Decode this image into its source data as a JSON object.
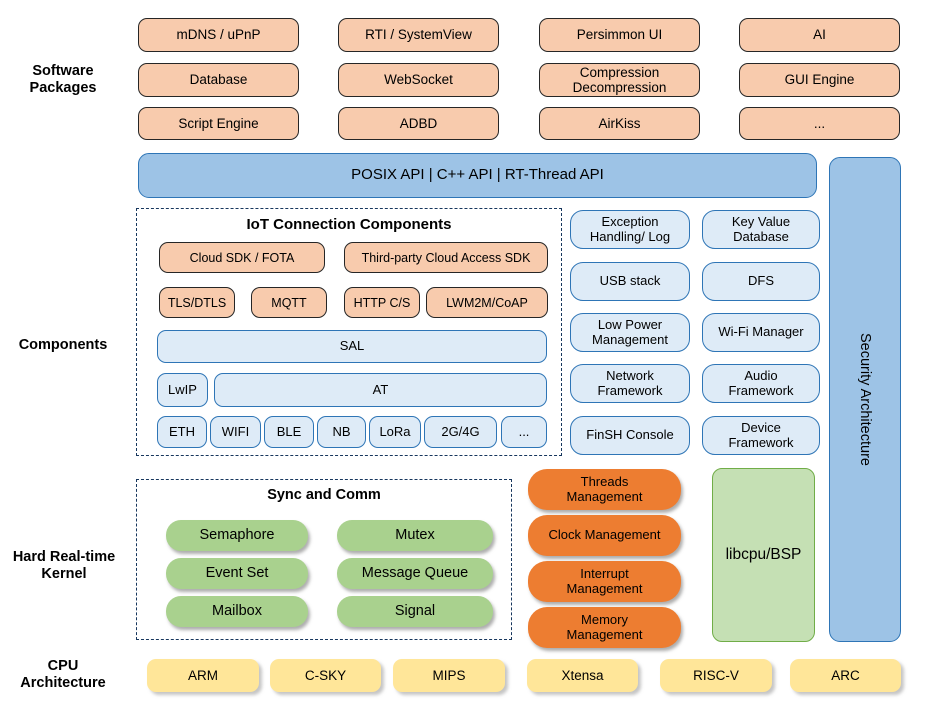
{
  "section_labels": {
    "software_packages": "Software\nPackages",
    "components": "Components",
    "kernel": "Hard Real-time\nKernel",
    "cpu": "CPU\nArchitecture"
  },
  "software_packages": {
    "items": [
      "mDNS / uPnP",
      "RTI / SystemView",
      "Persimmon UI",
      "AI",
      "Database",
      "WebSocket",
      "Compression\nDecompression",
      "GUI Engine",
      "Script Engine",
      "ADBD",
      "AirKiss",
      "..."
    ]
  },
  "api_bar": {
    "label": "POSIX API  |  C++ API  |  RT-Thread API"
  },
  "security": {
    "label": "Security Architecture"
  },
  "iot": {
    "title": "IoT Connection Components",
    "cloud_row": [
      "Cloud SDK / FOTA",
      "Third-party Cloud Access SDK"
    ],
    "protocol_row": [
      "TLS/DTLS",
      "MQTT",
      "HTTP C/S",
      "LWM2M/CoAP"
    ],
    "sal": "SAL",
    "lwip": "LwIP",
    "at": "AT",
    "link_row": [
      "ETH",
      "WIFI",
      "BLE",
      "NB",
      "LoRa",
      "2G/4G",
      "..."
    ]
  },
  "services": {
    "items": [
      "Exception\nHandling/ Log",
      "Key Value\nDatabase",
      "USB stack",
      "DFS",
      "Low Power\nManagement",
      "Wi-Fi Manager",
      "Network\nFramework",
      "Audio\nFramework",
      "FinSH Console",
      "Device\nFramework"
    ]
  },
  "kernel": {
    "sync_title": "Sync and Comm",
    "sync_items": [
      "Semaphore",
      "Mutex",
      "Event Set",
      "Message Queue",
      "Mailbox",
      "Signal"
    ],
    "management_items": [
      "Threads\nManagement",
      "Clock Management",
      "Interrupt\nManagement",
      "Memory\nManagement"
    ],
    "libcpu": "libcpu/BSP"
  },
  "cpu_row": {
    "items": [
      "ARM",
      "C-SKY",
      "MIPS",
      "Xtensa",
      "RISC-V",
      "ARC"
    ]
  },
  "colors": {
    "package_fill": "#F8CBAD",
    "blue_fill": "#9DC3E6",
    "blue_border": "#2E75B6",
    "light_blue_fill": "#DEEBF7",
    "green_pill_fill": "#A9D18E",
    "orange_pill_fill": "#ED7D31",
    "libcpu_fill": "#C5E0B4",
    "libcpu_border": "#70AD47",
    "cpu_fill": "#FFE699",
    "dashed_border": "#17365D"
  }
}
